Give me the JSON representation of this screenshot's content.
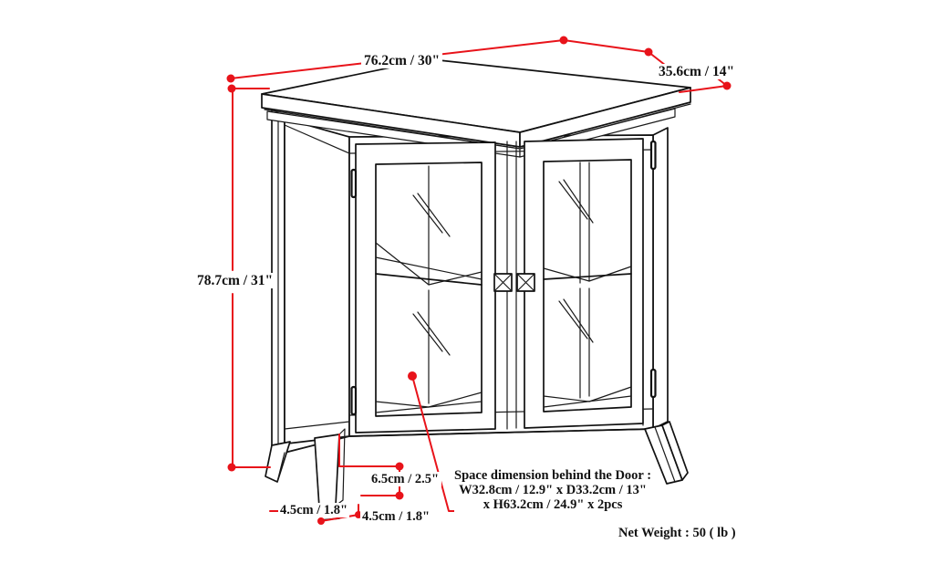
{
  "drawing": {
    "title": "Cabinet dimension line drawing",
    "subject": "low storage cabinet with two glass doors",
    "background_color": "#ffffff",
    "line_color": "#111111",
    "dimension_color": "#e8131a"
  },
  "dimensions": {
    "width": {
      "label": "76.2cm / 30\"",
      "cm": 76.2,
      "inch": 30,
      "axis": "width"
    },
    "depth": {
      "label": "35.6cm / 14\"",
      "cm": 35.6,
      "inch": 14,
      "axis": "depth"
    },
    "height": {
      "label": "78.7cm / 31\"",
      "cm": 78.7,
      "inch": 31,
      "axis": "height"
    },
    "toe_clearance": {
      "label": "6.5cm / 2.5\"",
      "cm": 6.5,
      "inch": 2.5,
      "axis": "leg height"
    },
    "foot_left": {
      "label": "4.5cm / 1.8\"",
      "cm": 4.5,
      "inch": 1.8,
      "axis": "foot width"
    },
    "foot_right": {
      "label": "4.5cm / 1.8\"",
      "cm": 4.5,
      "inch": 1.8,
      "axis": "foot depth"
    }
  },
  "notes": {
    "space_behind_door": {
      "line1": "Space dimension behind the Door :",
      "line2": "W32.8cm / 12.9\" x D33.2cm / 13\"",
      "line3": "x H63.2cm / 24.9\" x 2pcs"
    },
    "net_weight": "Net Weight : 50 ( lb )"
  },
  "product": {
    "doors": 2,
    "door_type": "glass",
    "knobs": 2,
    "hinges_per_side": 2,
    "shelves_per_compartment": 1,
    "legs": 4
  }
}
